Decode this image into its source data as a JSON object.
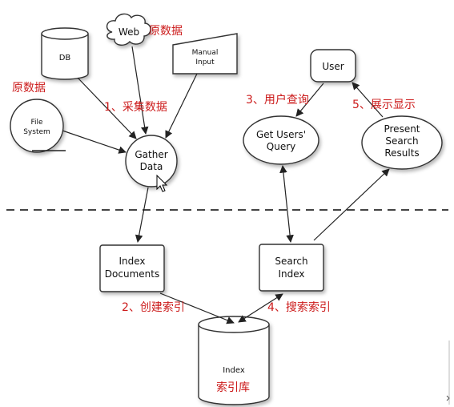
{
  "nodes": {
    "web": "Web",
    "db": "DB",
    "manual_input": [
      "Manual",
      "Input"
    ],
    "file_system": [
      "File",
      "System"
    ],
    "gather_data": [
      "Gather",
      "Data"
    ],
    "user": "User",
    "get_users_query": [
      "Get Users'",
      "Query"
    ],
    "present_search_results": [
      "Present",
      "Search",
      "Results"
    ],
    "index_documents": [
      "Index",
      "Documents"
    ],
    "search_index": [
      "Search",
      "Index"
    ],
    "index": "Index"
  },
  "annotations": {
    "raw_data_top": "原数据",
    "raw_data_left": "原数据",
    "step1": "1、采集数据",
    "step2": "2、创建索引",
    "step3": "3、用户查询",
    "step4": "4、搜索索引",
    "step5": "5、展示显示",
    "index_store": "索引库"
  },
  "colors": {
    "annotation": "#cc1b1b",
    "stroke": "#333333"
  }
}
